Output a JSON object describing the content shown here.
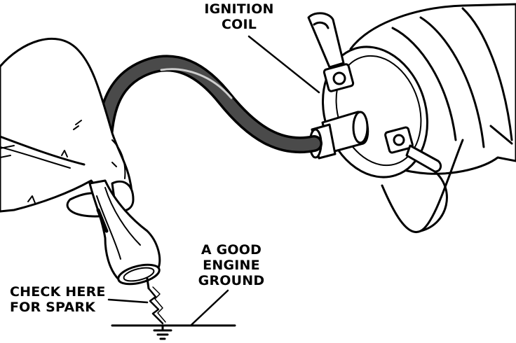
{
  "callouts": {
    "ignition_coil": {
      "line1": "IGNITION",
      "line2": "COIL"
    },
    "engine_ground": {
      "line1": "A GOOD",
      "line2": "ENGINE",
      "line3": "GROUND"
    },
    "check_spark": {
      "line1": "CHECK HERE",
      "line2": "FOR SPARK"
    }
  },
  "colors": {
    "ink": "#000000",
    "paper": "#ffffff",
    "cable": "#4a4a4a"
  }
}
